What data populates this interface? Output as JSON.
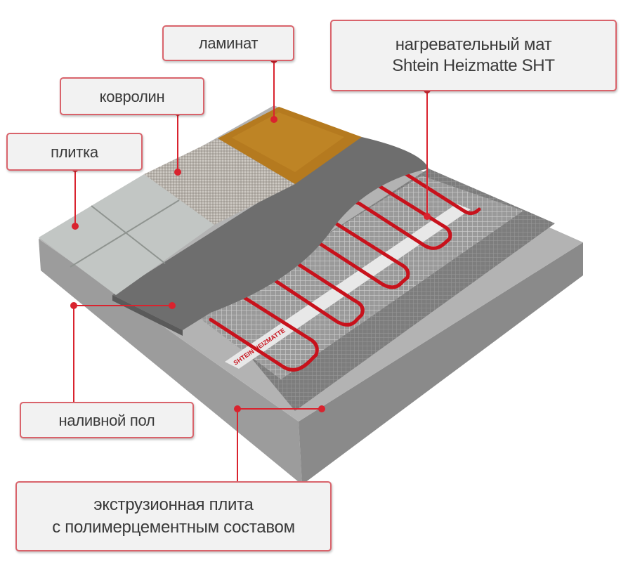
{
  "labels": {
    "laminate": "ламинат",
    "carpet": "ковролин",
    "tile": "плитка",
    "heating_mat_line1": "нагревательный мат",
    "heating_mat_line2": "Shtein Heizmatte SHT",
    "self_leveling_floor": "наливной пол",
    "board_line1": "экструзионная плита",
    "board_line2": "с полимерцементным составом"
  },
  "mat_tape_text": "SHTEIN HEIZMATTE",
  "colors": {
    "accent": "#d9232e",
    "label_border": "#d9636b",
    "label_bg": "#f2f2f2"
  }
}
